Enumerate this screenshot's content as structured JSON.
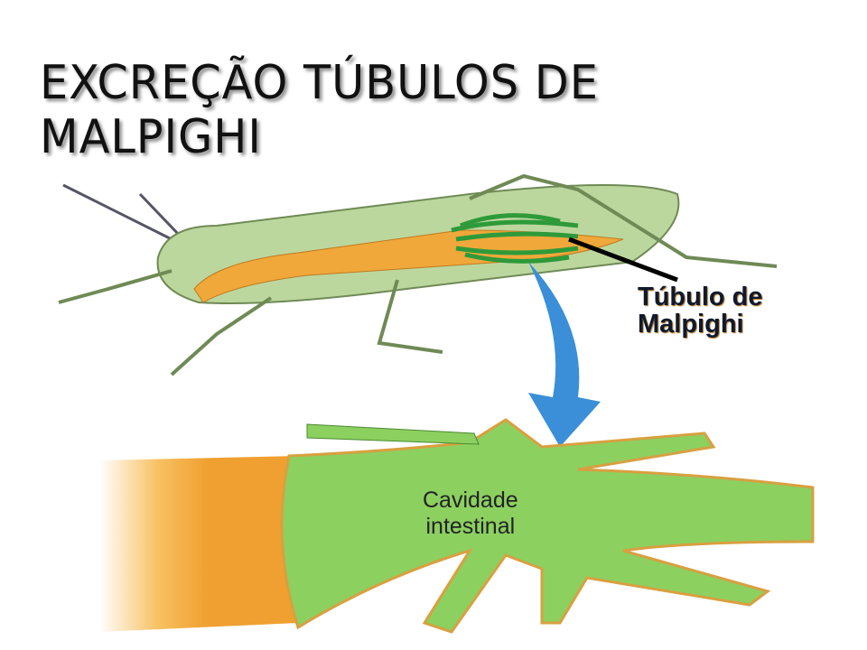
{
  "slide": {
    "title": "EXCREÇÃO TÚBULOS DE MALPIGHI"
  },
  "figure": {
    "label_tubule": [
      "Túbulo de",
      "Malpighi"
    ],
    "label_cavity": [
      "Cavidade",
      "intestinal"
    ],
    "colors": {
      "body": "#b9d79a",
      "gut": "#f0a030",
      "tubules": "#3aa040",
      "arrow": "#3a8fd8",
      "intestine": "#8cd060"
    }
  }
}
